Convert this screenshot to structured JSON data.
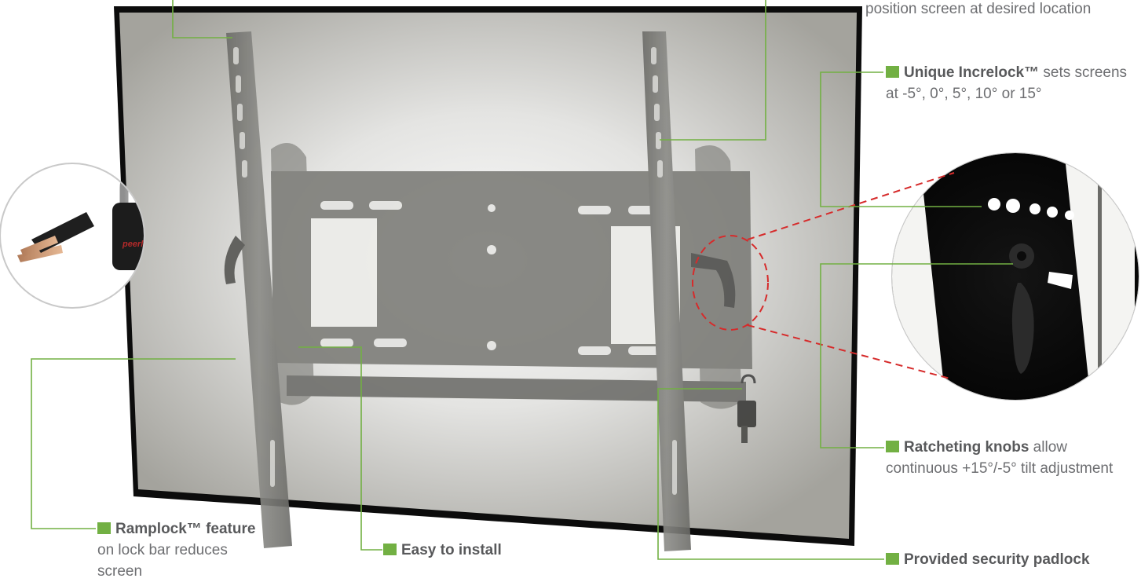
{
  "brand": {
    "accent_green": "#72b043",
    "leader_line_color": "#72b043",
    "zoom_dash_color": "#d62b2b",
    "padlock_brand": "peerless-AV"
  },
  "callouts": {
    "position_screen": {
      "text": "position screen at desired location"
    },
    "increlock": {
      "bold": "Unique Increlock™",
      "text": " sets screens at -5°, 0°, 5°, 10° or 15°"
    },
    "ratcheting": {
      "bold": "Ratcheting knobs",
      "text": " allow continuous +15°/-5° tilt adjustment"
    },
    "ramplock": {
      "bold": "Ramplock™ feature",
      "text": " on lock bar reduces screen"
    },
    "easy_install": {
      "bold": "Easy to install",
      "text": ""
    },
    "padlock": {
      "bold": "Provided security padlock",
      "text": ""
    }
  }
}
